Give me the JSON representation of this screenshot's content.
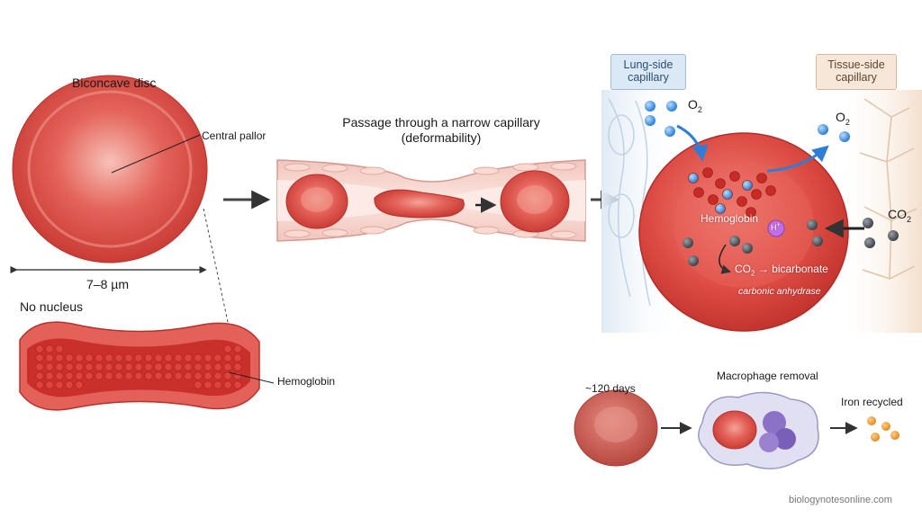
{
  "structure": {
    "title": "Biconcave disc",
    "pallor_label": "Central pallor",
    "size_label": "7–8 µm",
    "no_nucleus_label": "No nucleus",
    "hemoglobin_label": "Hemoglobin"
  },
  "capillary": {
    "title_line1": "Passage through a narrow capillary",
    "title_line2": "(deformability)"
  },
  "gas_exchange": {
    "lung_label_line1": "Lung-side",
    "lung_label_line2": "capillary",
    "tissue_label_line1": "Tissue-side",
    "tissue_label_line2": "capillary",
    "o2_in": "O",
    "o2_in_sub": "2",
    "o2_out": "O",
    "o2_out_sub": "2",
    "co2": "CO",
    "co2_sub": "2",
    "hemoglobin_label": "Hemoglobin",
    "proton": "H",
    "proton_sup": "+",
    "reaction_co2": "CO",
    "reaction_co2_sub": "2",
    "reaction_arrow": "→",
    "reaction_product": "bicarbonate",
    "enzyme": "carbonic anhydrase"
  },
  "lifecycle": {
    "lifespan": "~120 days",
    "macrophage": "Macrophage removal",
    "iron": "Iron recycled"
  },
  "watermark": "biologynotesonline.com",
  "colors": {
    "rbc": "#d9534f",
    "rbc_dark": "#b8302c",
    "oxygen": "#3d8fe0",
    "carbon": "#555a60",
    "proton": "#b04fd6",
    "iron": "#f0a040",
    "arrow": "#333333"
  }
}
